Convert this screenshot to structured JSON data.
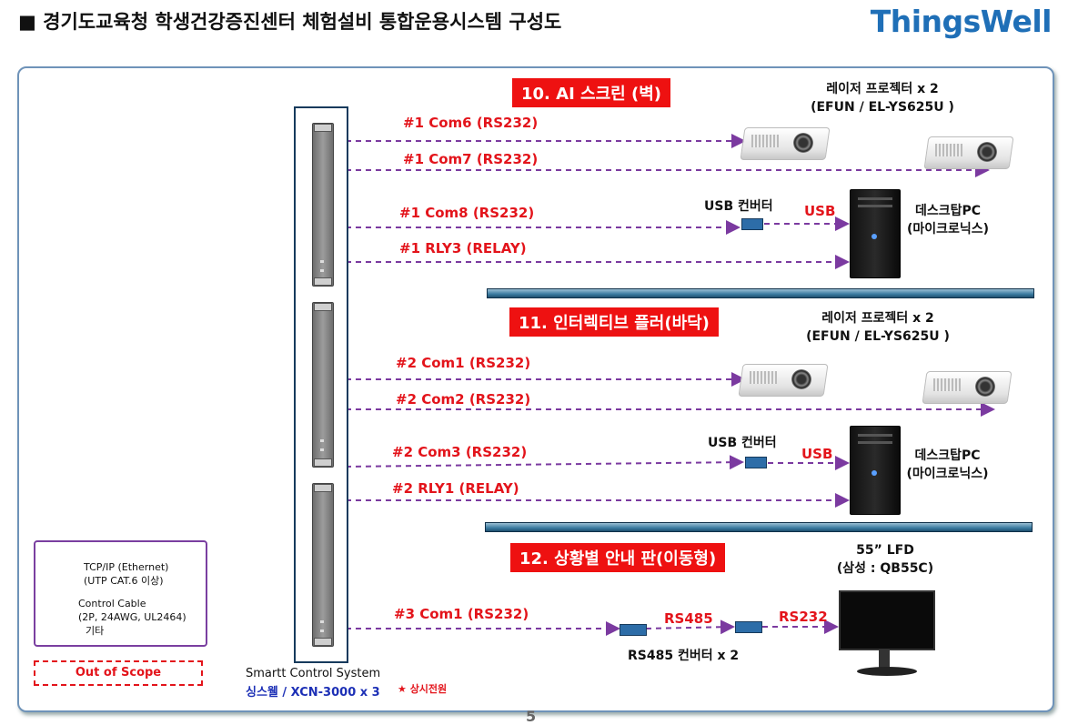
{
  "header": {
    "title": "■  경기도교육청 학생건강증진센터 체험설비 통합운용시스템 구성도",
    "logo": "ThingsWell"
  },
  "sections": [
    {
      "title": "10. AI 스크린 (벽)"
    },
    {
      "title": "11. 인터렉티브 플러(바닥)"
    },
    {
      "title": "12. 상황별 안내 판(이동형)"
    }
  ],
  "devices": {
    "projector1_name": "레이저 프로젝터 x 2",
    "projector1_model": "(EFUN / EL-YS625U )",
    "projector2_name": "레이저 프로젝터 x 2",
    "projector2_model": "(EFUN / EL-YS625U )",
    "pc1_name": "데스크탑PC",
    "pc1_maker": "(마이크로닉스)",
    "pc2_name": "데스크탑PC",
    "pc2_maker": "(마이크로닉스)",
    "usb_conv1": "USB 컨버터",
    "usb_conv2": "USB 컨버터",
    "usb1": "USB",
    "usb2": "USB",
    "lfd_name": "55” LFD",
    "lfd_model": "(삼성 : QB55C)",
    "rs485_label": "RS485",
    "rs232_label": "RS232",
    "rs485_conv": "RS485 컨버터 x 2"
  },
  "connections": [
    {
      "label": "#1   Com6   (RS232)"
    },
    {
      "label": "#1   Com7   (RS232)"
    },
    {
      "label": "#1   Com8   (RS232)"
    },
    {
      "label": "#1   RLY3    (RELAY)"
    },
    {
      "label": "#2   Com1   (RS232)"
    },
    {
      "label": "#2   Com2   (RS232)"
    },
    {
      "label": "#2   Com3   (RS232)"
    },
    {
      "label": "#2   RLY1    (RELAY)"
    },
    {
      "label": "#3   Com1   (RS232)"
    }
  ],
  "legend": {
    "tcp_line1": "TCP/IP (Ethernet)",
    "tcp_line2": "(UTP CAT.6 이상)",
    "ctrl_line1": "Control Cable",
    "ctrl_line2": "(2P, 24AWG, UL2464)",
    "etc": "기타",
    "out_of_scope": "Out of Scope"
  },
  "controller": {
    "name": "Smartt Control System",
    "model": "싱스웰 / XCN-3000 x 3",
    "power_note": "★ 상시전원"
  },
  "page_number": "5",
  "colors": {
    "control_cable": "#7b3aa0",
    "tcp_ip": "#e3141b",
    "section_red": "#ee1111",
    "brand": "#1f6fb7"
  }
}
